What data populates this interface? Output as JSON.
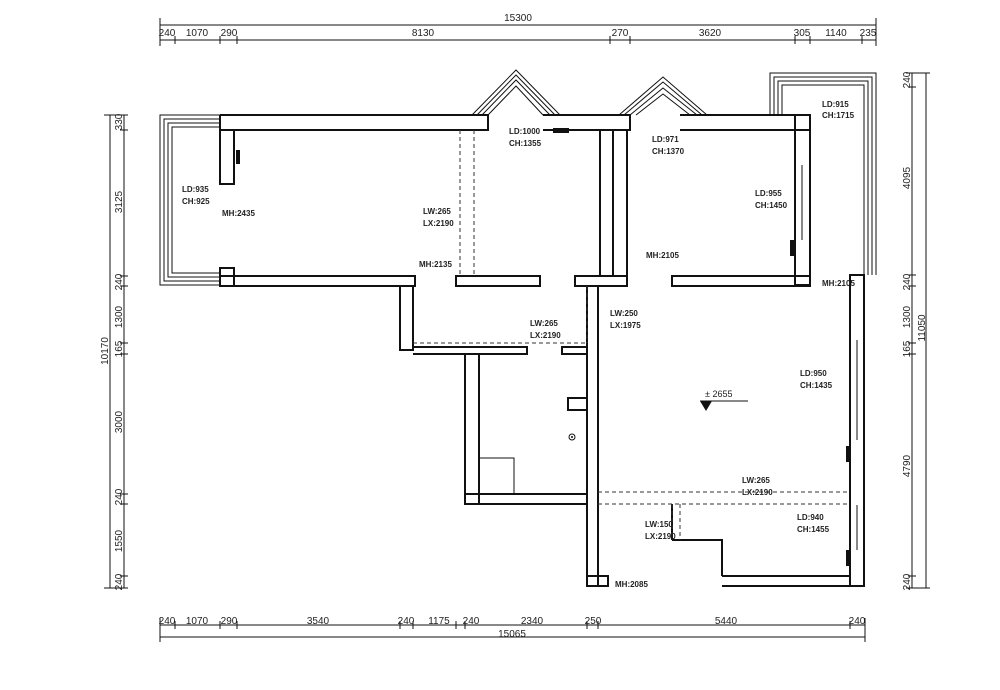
{
  "dimensions": {
    "top_total": "15300",
    "top_segments": [
      "240",
      "1070",
      "290",
      "8130",
      "270",
      "3620",
      "305",
      "1140",
      "235"
    ],
    "bottom_total": "15065",
    "bottom_segments": [
      "240",
      "1070",
      "290",
      "3540",
      "240",
      "1175",
      "240",
      "2340",
      "250",
      "5440",
      "240"
    ],
    "left_total": "10170",
    "left_segments": [
      "330",
      "3125",
      "240",
      "1300",
      "165",
      "3000",
      "240",
      "1550",
      "240"
    ],
    "right_total": "11050",
    "right_segments": [
      "240",
      "4095",
      "240",
      "1300",
      "165",
      "4790",
      "240"
    ]
  },
  "labels": {
    "win_left_ld": "LD:935",
    "win_left_ch": "CH:925",
    "mh_living": "MH:2435",
    "door_lw1": "LW:265",
    "door_lx1": "LX:2190",
    "mh_2135": "MH:2135",
    "win_c1_ld": "LD:1000",
    "win_c1_ch": "CH:1355",
    "win_c2_ld": "LD:971",
    "win_c2_ch": "CH:1370",
    "win_r1_ld": "LD:955",
    "win_r1_ch": "CH:1450",
    "mh_2105a": "MH:2105",
    "win_tr_ld": "LD:915",
    "win_tr_ch": "CH:1715",
    "mh_2105b": "MH:2105",
    "door_lw2": "LW:265",
    "door_lx2": "LX:2190",
    "door_lw3": "LW:250",
    "door_lx3": "LX:1975",
    "win_r2_ld": "LD:950",
    "win_r2_ch": "CH:1435",
    "level_mark": "± 2655",
    "door_lw4": "LW:265",
    "door_lx4": "LX:2190",
    "win_r3_ld": "LD:940",
    "win_r3_ch": "CH:1455",
    "door_lw5": "LW:150",
    "door_lx5": "LX:2190",
    "mh_2085": "MH:2085"
  }
}
